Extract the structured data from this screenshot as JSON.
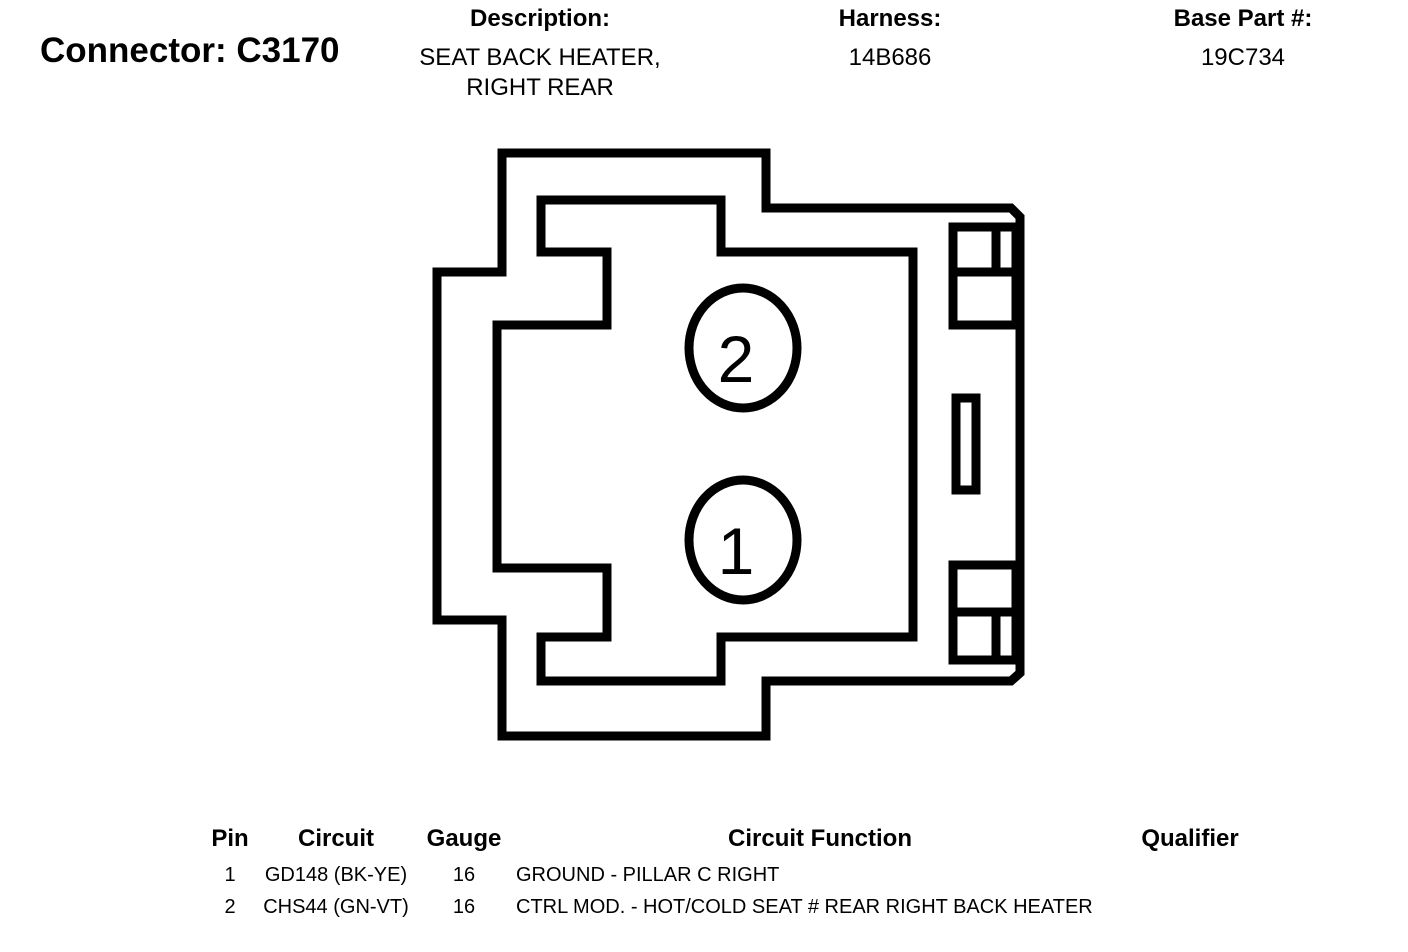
{
  "connector": {
    "title": "Connector: C3170",
    "description_label": "Description:",
    "description_line1": "SEAT BACK HEATER,",
    "description_line2": "RIGHT REAR",
    "harness_label": "Harness:",
    "harness_value": "14B686",
    "base_part_label": "Base Part #:",
    "base_part_value": "19C734"
  },
  "diagram": {
    "pins": [
      "2",
      "1"
    ]
  },
  "table": {
    "headers": {
      "pin": "Pin",
      "circuit": "Circuit",
      "gauge": "Gauge",
      "function": "Circuit Function",
      "qualifier": "Qualifier"
    },
    "rows": [
      {
        "pin": "1",
        "circuit": "GD148 (BK-YE)",
        "gauge": "16",
        "function": "GROUND - PILLAR C RIGHT",
        "qualifier": ""
      },
      {
        "pin": "2",
        "circuit": "CHS44 (GN-VT)",
        "gauge": "16",
        "function": "CTRL MOD. - HOT/COLD SEAT # REAR RIGHT BACK HEATER",
        "qualifier": ""
      }
    ]
  }
}
